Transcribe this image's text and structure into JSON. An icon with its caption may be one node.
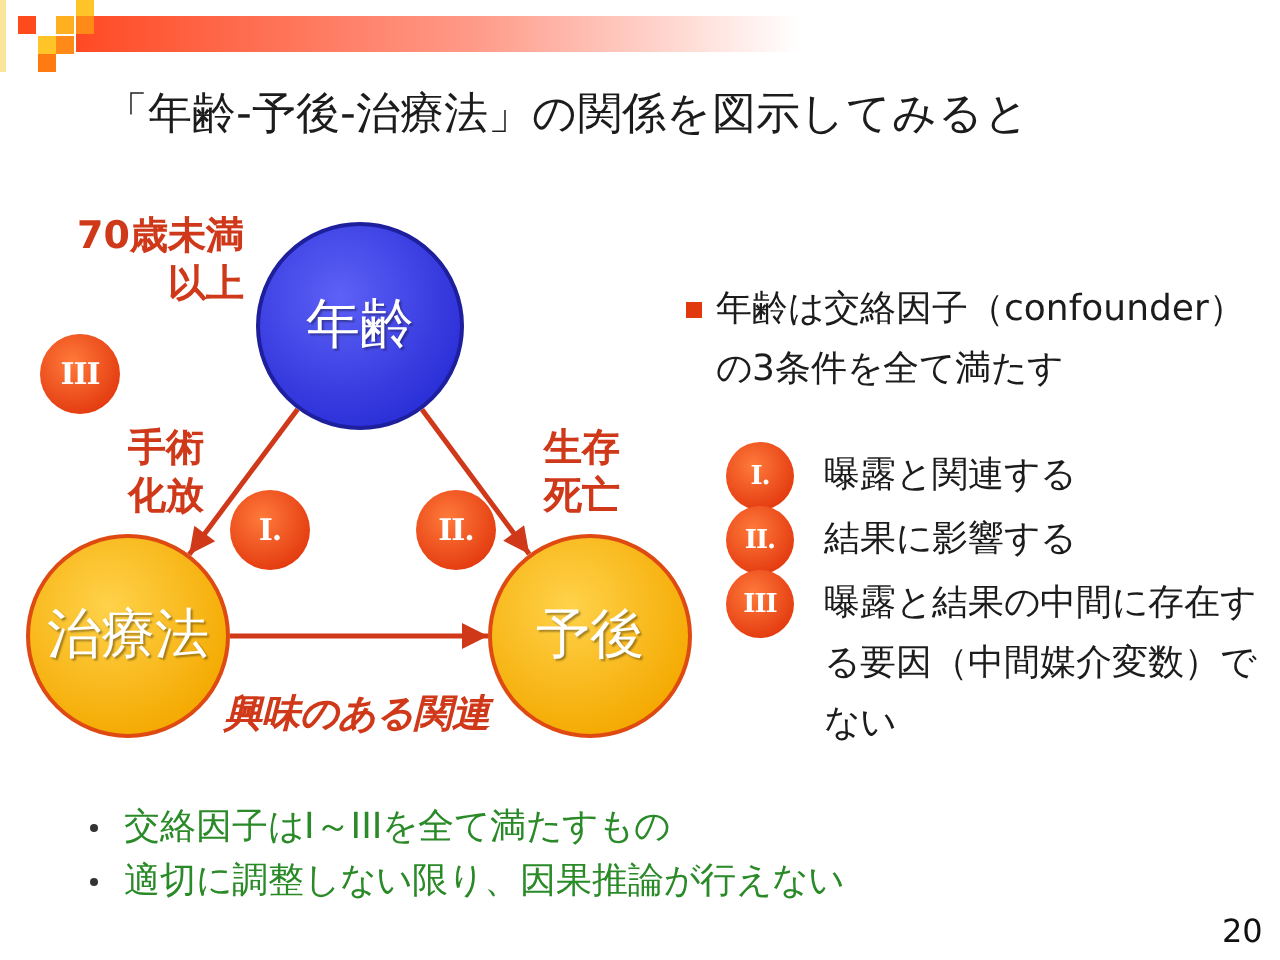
{
  "diagram": {
    "title": "「年齢-予後-治療法」の関係を図示してみると",
    "nodes": [
      {
        "text": [
          "年齢"
        ],
        "beside": [
          "70歳未満",
          "以上"
        ]
      },
      {
        "text": [
          "治療法"
        ],
        "beside": [
          "手術",
          "化放"
        ]
      },
      {
        "text": [
          "予後"
        ],
        "beside": [
          "生存",
          "死亡"
        ]
      }
    ],
    "edges": [
      {
        "from": 0,
        "to": 1,
        "arrow": "to"
      },
      {
        "from": 0,
        "to": 2,
        "arrow": "to"
      },
      {
        "from": 1,
        "to": 2,
        "arrow": "to",
        "label": "興味のある関連"
      }
    ],
    "labels": [
      "III",
      "I.",
      "II.",
      "年齢は交絡因子（confounder）の3条件を全て満たす",
      "I.",
      "曝露と関連する",
      "II.",
      "結果に影響する",
      "III",
      "曝露と結果の中間に存在する要因（中間媒介変数）でない",
      "交絡因子はI～IIIを全て満たすもの",
      "適切に調整しない限り、因果推論が行えない",
      "20"
    ]
  }
}
